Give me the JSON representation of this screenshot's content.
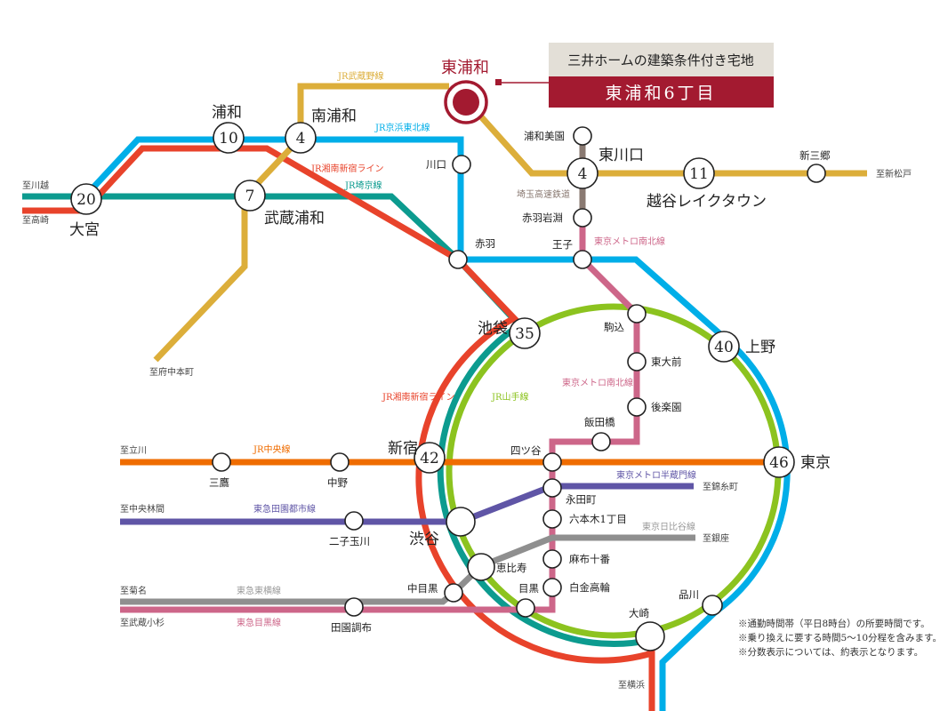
{
  "header": {
    "company": "三井ホームの建築条件付き宅地",
    "site": "東浦和6丁目"
  },
  "colors": {
    "musashino": "#dcae3a",
    "keihin": "#00aee8",
    "shonan": "#e8432b",
    "saikyo": "#0c9b8f",
    "yamanote": "#8cc31f",
    "saitama": "#8a7a72",
    "namboku": "#cd6689",
    "chuo": "#ef6c00",
    "hanzomon": "#5f55a6",
    "hibiya": "#8f8f8f",
    "brand": "#a31a30"
  },
  "stations": {
    "higashiurawa": {
      "name": "東浦和"
    },
    "urawa": {
      "name": "浦和",
      "min": "10"
    },
    "minamiurawa": {
      "name": "南浦和",
      "min": "4"
    },
    "omiya": {
      "name": "大宮",
      "min": "20"
    },
    "musashiurawa": {
      "name": "武蔵浦和",
      "min": "7"
    },
    "kawaguchi": {
      "name": "川口"
    },
    "akabane": {
      "name": "赤羽"
    },
    "urawamisono": {
      "name": "浦和美園"
    },
    "higashikawaguchi": {
      "name": "東川口",
      "min": "4"
    },
    "koshigaya": {
      "name": "越谷レイクタウン",
      "min": "11"
    },
    "shinmisato": {
      "name": "新三郷"
    },
    "akabaneiwabuchi": {
      "name": "赤羽岩淵"
    },
    "oji": {
      "name": "王子"
    },
    "komagome": {
      "name": "駒込"
    },
    "todaimae": {
      "name": "東大前"
    },
    "korakuen": {
      "name": "後楽園"
    },
    "iidabashi": {
      "name": "飯田橋"
    },
    "yotsuya": {
      "name": "四ツ谷"
    },
    "ikebukuro": {
      "name": "池袋",
      "min": "35"
    },
    "ueno": {
      "name": "上野",
      "min": "40"
    },
    "shinjuku": {
      "name": "新宿",
      "min": "42"
    },
    "tokyo": {
      "name": "東京",
      "min": "46"
    },
    "mitaka": {
      "name": "三鷹"
    },
    "nakano": {
      "name": "中野"
    },
    "nagatacho": {
      "name": "永田町"
    },
    "shibuya": {
      "name": "渋谷"
    },
    "futako": {
      "name": "二子玉川"
    },
    "roppongi": {
      "name": "六本木1丁目"
    },
    "azabu": {
      "name": "麻布十番"
    },
    "ebisu": {
      "name": "恵比寿"
    },
    "shirokane": {
      "name": "白金高輪"
    },
    "nakameguro": {
      "name": "中目黒"
    },
    "meguro": {
      "name": "目黒"
    },
    "denenchofu": {
      "name": "田園調布"
    },
    "shinagawa": {
      "name": "品川"
    },
    "osaki": {
      "name": "大崎"
    }
  },
  "lines": {
    "musashino": "JR武蔵野線",
    "keihin": "JR京浜東北線",
    "shonan": "JR湘南新宿ライン",
    "saikyo": "JR埼京線",
    "saitama": "埼玉高速鉄道",
    "namboku": "東京メトロ南北線",
    "yamanote": "JR山手線",
    "chuo": "JR中央線",
    "hanzomon": "東京メトロ半蔵門線",
    "denentoshi": "東急田園都市線",
    "hibiya": "東京日比谷線",
    "toyoko": "東急東横線",
    "meguro": "東急目黒線"
  },
  "destinations": {
    "kawagoe": "至川越",
    "takasaki": "至高崎",
    "fuchu": "至府中本町",
    "shinmatsudo": "至新松戸",
    "tachikawa": "至立川",
    "kinshicho": "至錦糸町",
    "chuorinkan": "至中央林間",
    "ginza": "至銀座",
    "kikuna": "至菊名",
    "musashikosugi": "至武蔵小杉",
    "yokohama": "至横浜"
  },
  "notes": [
    "※通勤時間帯（平日8時台）の所要時間です。",
    "※乗り換えに要する時間5～10分程を含みます。",
    "※分数表示については、約表示となります。"
  ]
}
